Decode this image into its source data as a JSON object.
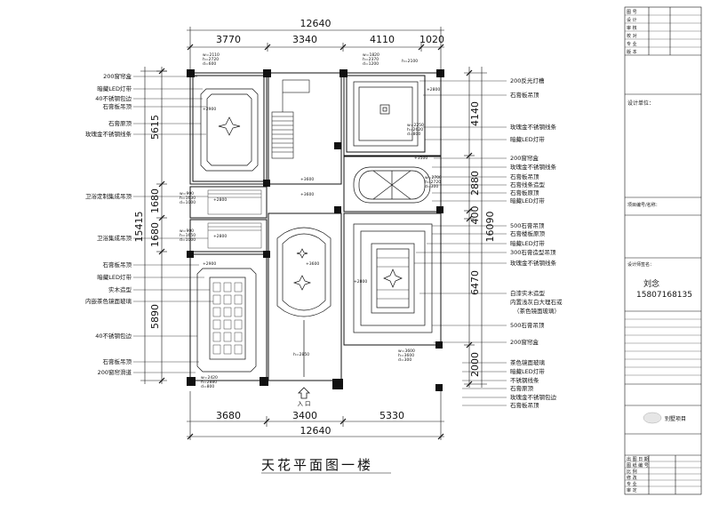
{
  "drawing": {
    "title": "天花平面图一楼",
    "entrance": "入 口"
  },
  "dimensions": {
    "top_total": "12640",
    "bottom_total": "12640",
    "top_segments": [
      "3770",
      "3340",
      "4110",
      "1020"
    ],
    "bottom_segments": [
      "3680",
      "3400",
      "5330"
    ],
    "left_total": "15415",
    "left_segments": [
      "5615",
      "1680",
      "1680",
      "5890"
    ],
    "right_total": "16090",
    "right_segments": [
      "4140",
      "2880",
      "400",
      "6470",
      "2000"
    ]
  },
  "annotations_left": [
    "200窗帘盒",
    "暗藏LED灯带",
    "40不锈钢包边",
    "石膏板吊顶",
    "石膏原顶",
    "玫瑰金不锈钢线条",
    "卫浴定制集成吊顶",
    "卫浴集成吊顶",
    "石膏板吊顶",
    "暗藏LED灯带",
    "实木造型",
    "内嵌茶色镜面玻璃",
    "40不锈钢包边",
    "石膏板吊顶",
    "200窗帘滑道"
  ],
  "annotations_right": [
    "200反光灯槽",
    "石膏板吊顶",
    "玫瑰金不锈钢线条",
    "暗藏LED灯带",
    "200窗帘盒",
    "玫瑰金不锈钢线条",
    "石膏板吊顶",
    "石膏线条造型",
    "石膏板原顶",
    "暗藏LED灯带",
    "500石膏吊顶",
    "石膏楼板原顶",
    "暗藏LED灯带",
    "300石膏造型吊顶",
    "玫瑰金不锈钢线条",
    "白漆实木造型",
    "内置浅灰白大理石或",
    "（茶色镜面玻璃）",
    "500石膏吊顶",
    "200窗帘盒"
  ],
  "annotations_bottom": [
    "茶色镜面玻璃",
    "暗藏LED灯带",
    "不锈钢线条",
    "石膏原顶",
    "玫瑰金不锈钢包边",
    "石膏板吊顶"
  ],
  "room_labels": {
    "r1": [
      "w=2110",
      "h=2720",
      "d=600"
    ],
    "r1_off": "+2900",
    "r2": [
      "w=1820",
      "h=2370",
      "d=1200"
    ],
    "r2_off": "h=2100",
    "r2b": [
      "w=2250",
      "h=2620",
      "d=800"
    ],
    "r2_h": "+2800",
    "r3": [
      "w=2700",
      "h=2720",
      "d=300"
    ],
    "r3_off": "+3500",
    "r4": [
      "w=900",
      "h=1630",
      "d=1000"
    ],
    "r4_off": "+2800",
    "r5": [
      "w=900",
      "h=1650",
      "d=1000"
    ],
    "r5_off": "+2800",
    "r6": [
      "w=2420",
      "h=2880",
      "d=800"
    ],
    "r6_off": "+2900",
    "r7": [
      "h=2850"
    ],
    "r7_off": "+3600",
    "r8": [
      "w=3600",
      "h=3600",
      "d=300"
    ],
    "r8_off": "+2800",
    "mid": [
      "+3600",
      "+3600"
    ]
  },
  "title_block": {
    "designer_label": "设计单位：",
    "project_code": "项目编号/名称：",
    "designer_sign": "设计师签名：",
    "designer_name": "刘念",
    "designer_phone": "15807168135",
    "project_name": "别墅项目",
    "rows_top": [
      "图 号",
      "设 计",
      "审 核",
      "校 对",
      "专 业",
      "版 本"
    ],
    "rows_bottom": [
      "出 图 日 期",
      "图 纸 编 号",
      "比 例",
      "修 改",
      "专 业",
      "审 定"
    ]
  }
}
